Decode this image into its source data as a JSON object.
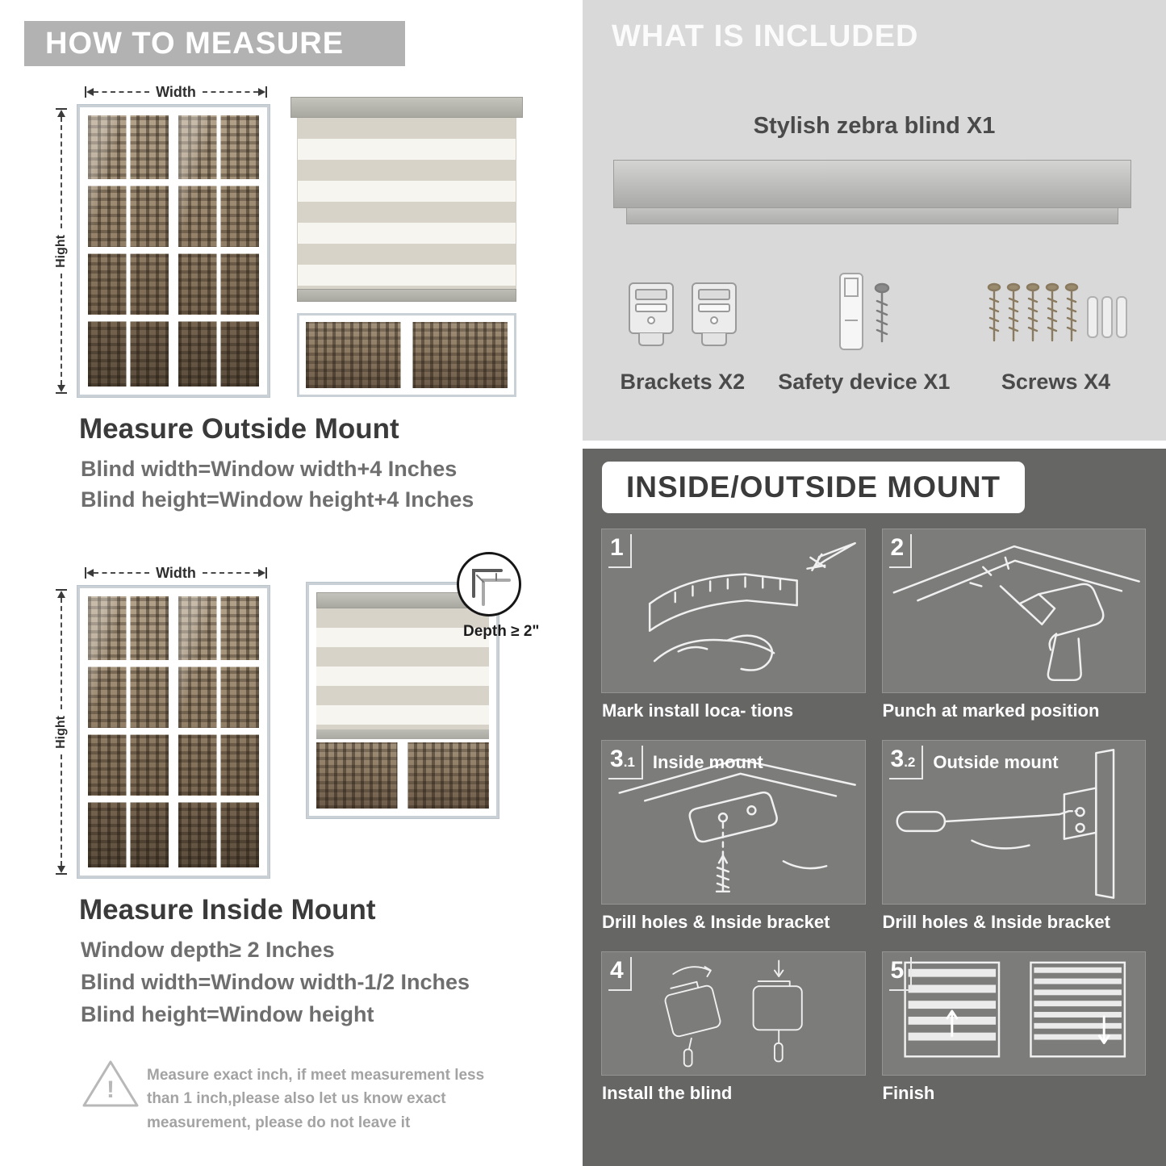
{
  "left": {
    "header": "HOW TO MEASURE",
    "outside": {
      "width_label": "Width",
      "height_label": "Hight",
      "title": "Measure Outside Mount",
      "formula_width": "Blind width=Window width+4 Inches",
      "formula_height": "Blind height=Window height+4 Inches"
    },
    "inside": {
      "width_label": "Width",
      "height_label": "Hight",
      "depth_label": "Depth ≥ 2\"",
      "title": "Measure Inside Mount",
      "formula_depth": "Window depth≥ 2 Inches",
      "formula_width": "Blind width=Window width-1/2 Inches",
      "formula_height": "Blind height=Window height"
    },
    "note": {
      "icon": "!",
      "text": "Measure exact inch, if meet measurement less than 1 inch,please also let us know exact measurement, please do not leave it"
    }
  },
  "right": {
    "included": {
      "header": "WHAT IS INCLUDED",
      "blind_label": "Stylish zebra blind X1",
      "items": [
        {
          "name": "brackets",
          "label": "Brackets X2"
        },
        {
          "name": "safety-device",
          "label": "Safety device X1"
        },
        {
          "name": "screws",
          "label": "Screws X4"
        }
      ]
    },
    "mount": {
      "header": "INSIDE/OUTSIDE MOUNT",
      "steps": [
        {
          "num": "1",
          "sub": "",
          "title": "",
          "caption": "Mark install loca- tions"
        },
        {
          "num": "2",
          "sub": "",
          "title": "",
          "caption": "Punch at  marked position"
        },
        {
          "num": "3",
          "sub": ".1",
          "title": "Inside mount",
          "caption": "Drill holes &  Inside bracket"
        },
        {
          "num": "3",
          "sub": ".2",
          "title": "Outside mount",
          "caption": "Drill holes &  Inside bracket"
        },
        {
          "num": "4",
          "sub": "",
          "title": "",
          "caption": "Install the blind"
        },
        {
          "num": "5",
          "sub": "",
          "title": "",
          "caption": "Finish"
        }
      ]
    }
  }
}
